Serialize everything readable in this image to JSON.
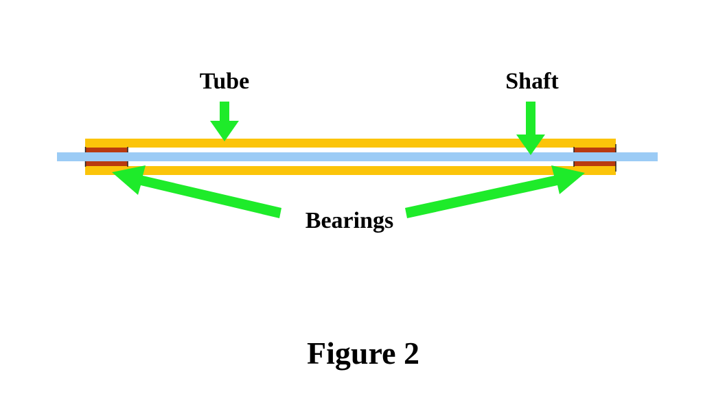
{
  "labels": {
    "tube": "Tube",
    "shaft": "Shaft",
    "bearings": "Bearings",
    "caption": "Figure 2"
  },
  "colors": {
    "tube": "#FBC40A",
    "shaft": "#9BCBF5",
    "bearing": "#B93A10",
    "arrow": "#1EEB2A",
    "text": "#000000"
  }
}
